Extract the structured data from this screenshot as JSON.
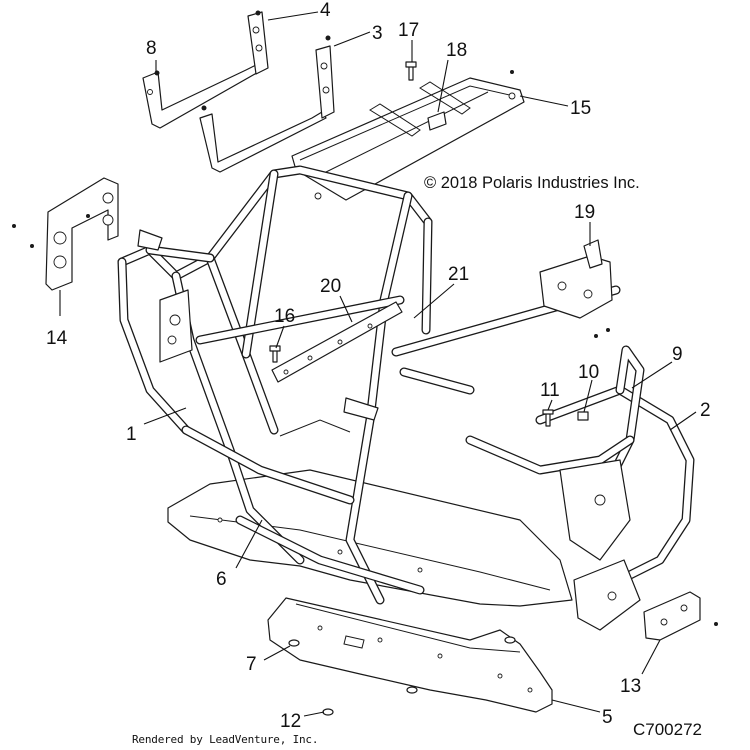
{
  "diagram": {
    "copyright": "© 2018 Polaris Industries Inc.",
    "rendered_by": "Rendered by LeadVenture, Inc.",
    "drawing_code": "C700272",
    "callouts": [
      "1",
      "2",
      "3",
      "4",
      "5",
      "6",
      "7",
      "8",
      "9",
      "10",
      "11",
      "12",
      "13",
      "14",
      "15",
      "16",
      "17",
      "18",
      "19",
      "20",
      "21"
    ]
  }
}
